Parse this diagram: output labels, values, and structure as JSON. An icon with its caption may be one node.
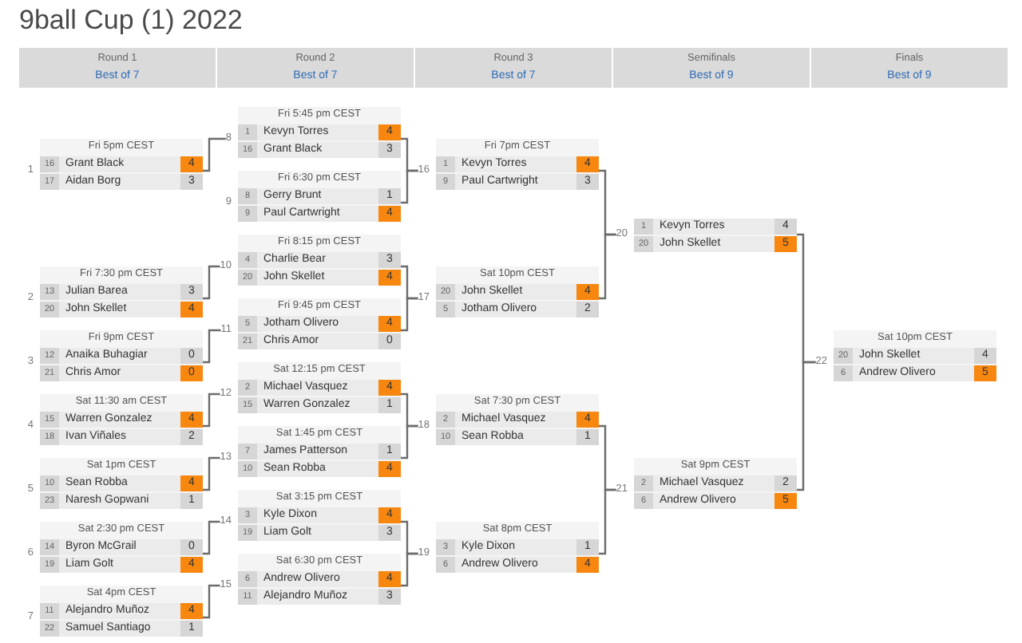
{
  "diagram": {
    "title": "9ball Cup (1) 2022",
    "nodes": [
      {
        "text": [
          "Round 1",
          "Best of 7"
        ]
      },
      {
        "text": [
          "Round 2",
          "Best of 7"
        ]
      },
      {
        "text": [
          "Round 3",
          "Best of 7"
        ]
      },
      {
        "text": [
          "Semifinals",
          "Best of 9"
        ]
      },
      {
        "text": [
          "Finals",
          "Best of 9"
        ]
      },
      {
        "text": [
          "Fri 5pm CEST"
        ],
        "beside": [
          "1"
        ]
      },
      {
        "text": [
          "16",
          "Grant Black",
          "4"
        ],
        "in": 5
      },
      {
        "text": [
          "17",
          "Aidan Borg",
          "3"
        ],
        "in": 5
      },
      {
        "text": [
          "Fri 7:30 pm CEST"
        ],
        "beside": [
          "2"
        ]
      },
      {
        "text": [
          "13",
          "Julian Barea",
          "3"
        ],
        "in": 8
      },
      {
        "text": [
          "20",
          "John Skellet",
          "4"
        ],
        "in": 8
      },
      {
        "text": [
          "Fri 9pm CEST"
        ],
        "beside": [
          "3"
        ]
      },
      {
        "text": [
          "12",
          "Anaika Buhagiar",
          "0"
        ],
        "in": 11
      },
      {
        "text": [
          "21",
          "Chris Amor",
          "0"
        ],
        "in": 11
      },
      {
        "text": [
          "Sat 11:30 am CEST"
        ],
        "beside": [
          "4"
        ]
      },
      {
        "text": [
          "15",
          "Warren Gonzalez",
          "4"
        ],
        "in": 14
      },
      {
        "text": [
          "18",
          "Ivan Viñales",
          "2"
        ],
        "in": 14
      },
      {
        "text": [
          "Sat 1pm CEST"
        ],
        "beside": [
          "5"
        ]
      },
      {
        "text": [
          "10",
          "Sean Robba",
          "4"
        ],
        "in": 17
      },
      {
        "text": [
          "23",
          "Naresh Gopwani",
          "1"
        ],
        "in": 17
      },
      {
        "text": [
          "Sat 2:30 pm CEST"
        ],
        "beside": [
          "6"
        ]
      },
      {
        "text": [
          "14",
          "Byron McGrail",
          "0"
        ],
        "in": 20
      },
      {
        "text": [
          "19",
          "Liam Golt",
          "4"
        ],
        "in": 20
      },
      {
        "text": [
          "Sat 4pm CEST"
        ],
        "beside": [
          "7"
        ]
      },
      {
        "text": [
          "11",
          "Alejandro Muñoz",
          "4"
        ],
        "in": 23
      },
      {
        "text": [
          "22",
          "Samuel Santiago",
          "1"
        ],
        "in": 23
      },
      {
        "text": [
          "Fri 5:45 pm CEST"
        ],
        "beside": [
          "8"
        ]
      },
      {
        "text": [
          "1",
          "Kevyn Torres",
          "4"
        ],
        "in": 26
      },
      {
        "text": [
          "16",
          "Grant Black",
          "3"
        ],
        "in": 26
      },
      {
        "text": [
          "Fri 6:30 pm CEST"
        ],
        "beside": [
          "9"
        ]
      },
      {
        "text": [
          "8",
          "Gerry Brunt",
          "1"
        ],
        "in": 29
      },
      {
        "text": [
          "9",
          "Paul Cartwright",
          "4"
        ],
        "in": 29
      },
      {
        "text": [
          "Fri 8:15 pm CEST"
        ],
        "beside": [
          "10"
        ]
      },
      {
        "text": [
          "4",
          "Charlie Bear",
          "3"
        ],
        "in": 32
      },
      {
        "text": [
          "20",
          "John Skellet",
          "4"
        ],
        "in": 32
      },
      {
        "text": [
          "Fri 9:45 pm CEST"
        ],
        "beside": [
          "11"
        ]
      },
      {
        "text": [
          "5",
          "Jotham Olivero",
          "4"
        ],
        "in": 35
      },
      {
        "text": [
          "21",
          "Chris Amor",
          "0"
        ],
        "in": 35
      },
      {
        "text": [
          "Sat 12:15 pm CEST"
        ],
        "beside": [
          "12"
        ]
      },
      {
        "text": [
          "2",
          "Michael Vasquez",
          "4"
        ],
        "in": 38
      },
      {
        "text": [
          "15",
          "Warren Gonzalez",
          "1"
        ],
        "in": 38
      },
      {
        "text": [
          "Sat 1:45 pm CEST"
        ],
        "beside": [
          "13"
        ]
      },
      {
        "text": [
          "7",
          "James Patterson",
          "1"
        ],
        "in": 41
      },
      {
        "text": [
          "10",
          "Sean Robba",
          "4"
        ],
        "in": 41
      },
      {
        "text": [
          "Sat 3:15 pm CEST"
        ],
        "beside": [
          "14"
        ]
      },
      {
        "text": [
          "3",
          "Kyle Dixon",
          "4"
        ],
        "in": 44
      },
      {
        "text": [
          "19",
          "Liam Golt",
          "3"
        ],
        "in": 44
      },
      {
        "text": [
          "Sat 6:30 pm CEST"
        ],
        "beside": [
          "15"
        ]
      },
      {
        "text": [
          "6",
          "Andrew Olivero",
          "4"
        ],
        "in": 47
      },
      {
        "text": [
          "11",
          "Alejandro Muñoz",
          "3"
        ],
        "in": 47
      },
      {
        "text": [
          "Fri 7pm CEST"
        ],
        "beside": [
          "16"
        ]
      },
      {
        "text": [
          "1",
          "Kevyn Torres",
          "4"
        ],
        "in": 50
      },
      {
        "text": [
          "9",
          "Paul Cartwright",
          "3"
        ],
        "in": 50
      },
      {
        "text": [
          "Sat 10pm CEST"
        ],
        "beside": [
          "17"
        ]
      },
      {
        "text": [
          "20",
          "John Skellet",
          "4"
        ],
        "in": 53
      },
      {
        "text": [
          "5",
          "Jotham Olivero",
          "2"
        ],
        "in": 53
      },
      {
        "text": [
          "Sat 7:30 pm CEST"
        ],
        "beside": [
          "18"
        ]
      },
      {
        "text": [
          "2",
          "Michael Vasquez",
          "4"
        ],
        "in": 56
      },
      {
        "text": [
          "10",
          "Sean Robba",
          "1"
        ],
        "in": 56
      },
      {
        "text": [
          "Sat 8pm CEST"
        ],
        "beside": [
          "19"
        ]
      },
      {
        "text": [
          "3",
          "Kyle Dixon",
          "1"
        ],
        "in": 59
      },
      {
        "text": [
          "6",
          "Andrew Olivero",
          "4"
        ],
        "in": 59
      },
      {
        "text": [],
        "shape": "box",
        "beside": [
          "20"
        ]
      },
      {
        "text": [
          "1",
          "Kevyn Torres",
          "4"
        ],
        "in": 62
      },
      {
        "text": [
          "20",
          "John Skellet",
          "5"
        ],
        "in": 62
      },
      {
        "text": [
          "Sat 9pm CEST"
        ],
        "beside": [
          "21"
        ]
      },
      {
        "text": [
          "2",
          "Michael Vasquez",
          "2"
        ],
        "in": 65
      },
      {
        "text": [
          "6",
          "Andrew Olivero",
          "5"
        ],
        "in": 65
      },
      {
        "text": [
          "Sat 10pm CEST"
        ],
        "beside": [
          "22"
        ]
      },
      {
        "text": [
          "20",
          "John Skellet",
          "4"
        ],
        "in": 68
      },
      {
        "text": [
          "6",
          "Andrew Olivero",
          "5"
        ],
        "in": 68
      }
    ],
    "edges": [
      {
        "from": 5,
        "to": 26,
        "arrow": "none"
      },
      {
        "from": 8,
        "to": 32,
        "arrow": "none"
      },
      {
        "from": 11,
        "to": 35,
        "arrow": "none"
      },
      {
        "from": 14,
        "to": 38,
        "arrow": "none"
      },
      {
        "from": 17,
        "to": 41,
        "arrow": "none"
      },
      {
        "from": 20,
        "to": 44,
        "arrow": "none"
      },
      {
        "from": 23,
        "to": 47,
        "arrow": "none"
      },
      {
        "from": 26,
        "to": 50,
        "arrow": "none"
      },
      {
        "from": 29,
        "to": 50,
        "arrow": "none"
      },
      {
        "from": 32,
        "to": 53,
        "arrow": "none"
      },
      {
        "from": 35,
        "to": 53,
        "arrow": "none"
      },
      {
        "from": 38,
        "to": 56,
        "arrow": "none"
      },
      {
        "from": 41,
        "to": 56,
        "arrow": "none"
      },
      {
        "from": 44,
        "to": 59,
        "arrow": "none"
      },
      {
        "from": 47,
        "to": 59,
        "arrow": "none"
      },
      {
        "from": 50,
        "to": 62,
        "arrow": "none"
      },
      {
        "from": 53,
        "to": 62,
        "arrow": "none"
      },
      {
        "from": 56,
        "to": 65,
        "arrow": "none"
      },
      {
        "from": 59,
        "to": 65,
        "arrow": "none"
      },
      {
        "from": 62,
        "to": 68,
        "arrow": "none"
      },
      {
        "from": 65,
        "to": 68,
        "arrow": "none"
      }
    ]
  }
}
